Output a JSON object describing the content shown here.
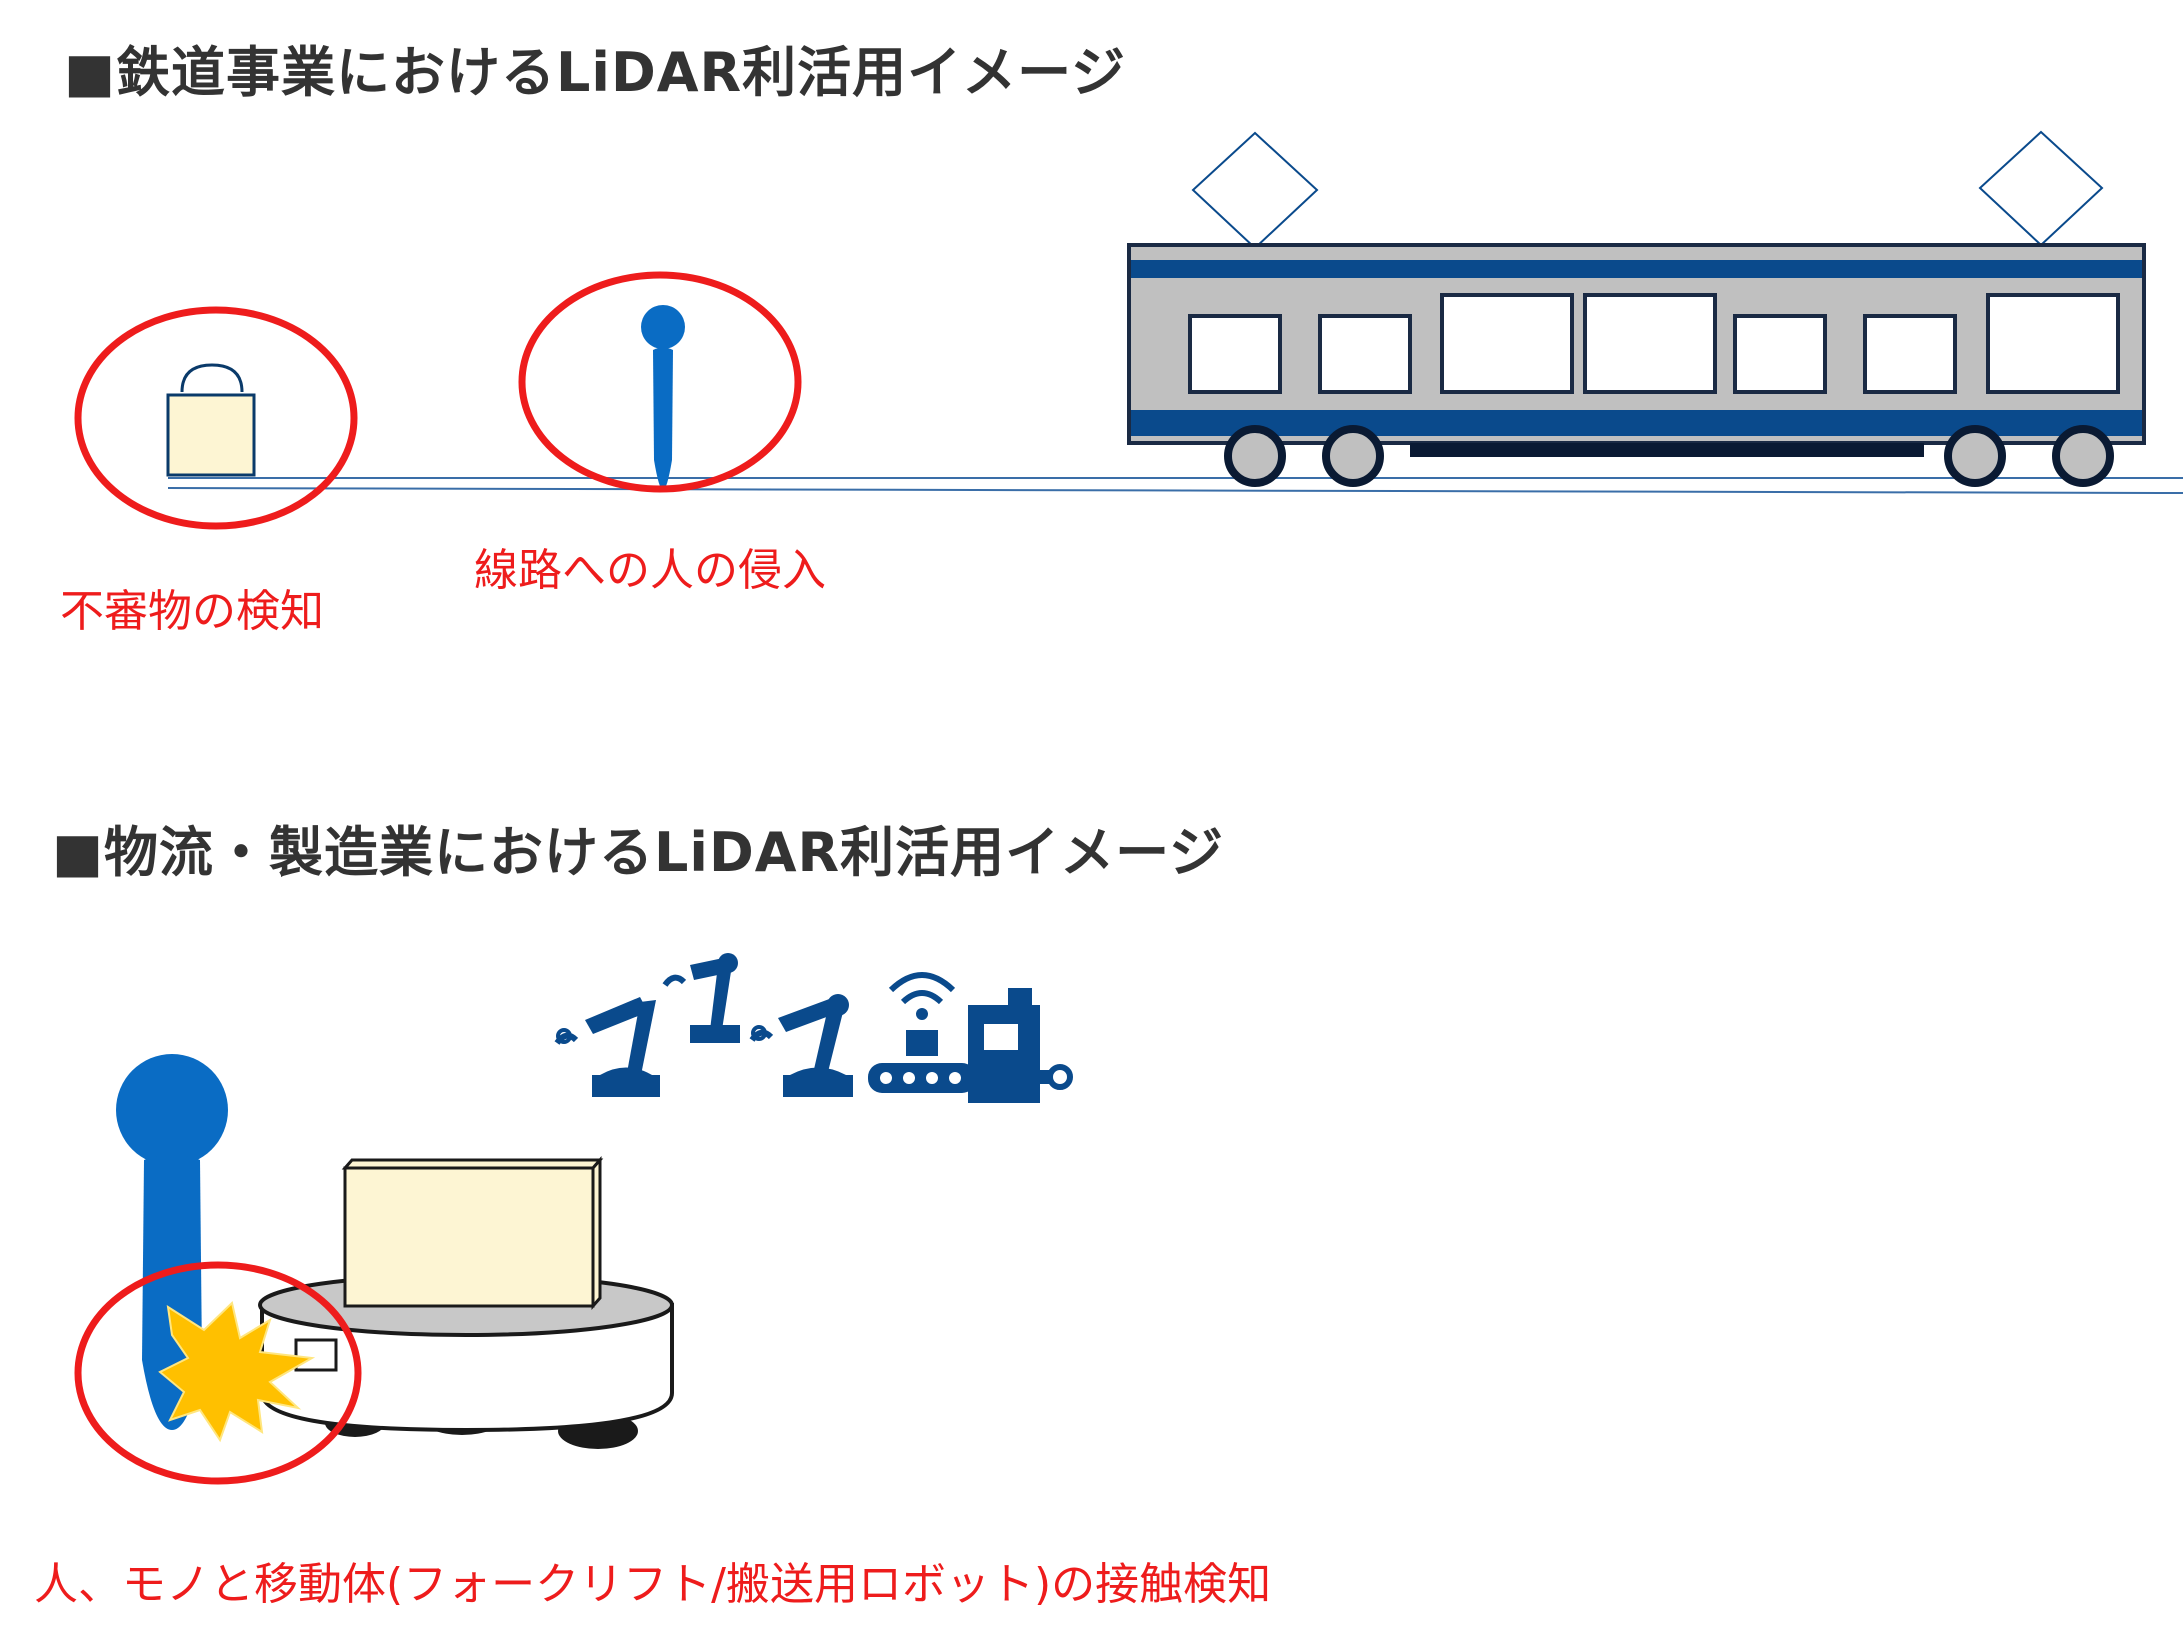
{
  "railway": {
    "heading": "■鉄道事業におけるLiDAR利活用イメージ",
    "captions": {
      "obstacle": "不審物の検知",
      "intrusion": "線路への人の侵入"
    }
  },
  "logistics": {
    "heading": "■物流・製造業におけるLiDAR利活用イメージ",
    "caption": "人、モノと移動体(フォークリフト/搬送用ロボット)の接触検知"
  },
  "colors": {
    "heading_text": "#333333",
    "caption_text": "#ee1c1c",
    "highlight_ring": "#ee1c1c",
    "person_blue": "#0a6cc4",
    "train_blue": "#0a4a8c",
    "train_body": "#c0c0c0",
    "cargo_fill": "#fdf5d3",
    "impact_star": "#ffc000",
    "factory_icon_blue": "#0a4a8c"
  }
}
